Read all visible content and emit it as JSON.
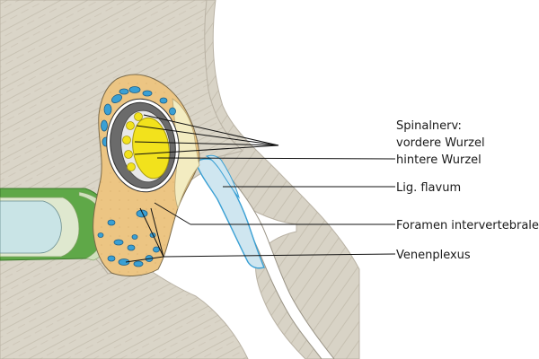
{
  "labels": {
    "spinalnerv": "Spinalnerv:",
    "vordere_wurzel": "vordere Wurzel",
    "hintere_wurzel": "hintere Wurzel",
    "lig_flavum": "Lig. flavum",
    "foramen": "Foramen intervertebrale",
    "venenplexus": "Venenplexus"
  },
  "colors": {
    "bone": "#dad5c8",
    "bone_line": "#b9b2a4",
    "fat": "#ecc583",
    "vein": "#3aa0d4",
    "dura": "#6b6b6b",
    "nerve": "#f2e21c",
    "ligament": "#cfe6f0",
    "disc_green": "#5fa848",
    "disc_pale": "#dfe8cf",
    "disc_core": "#c9e4e6"
  }
}
